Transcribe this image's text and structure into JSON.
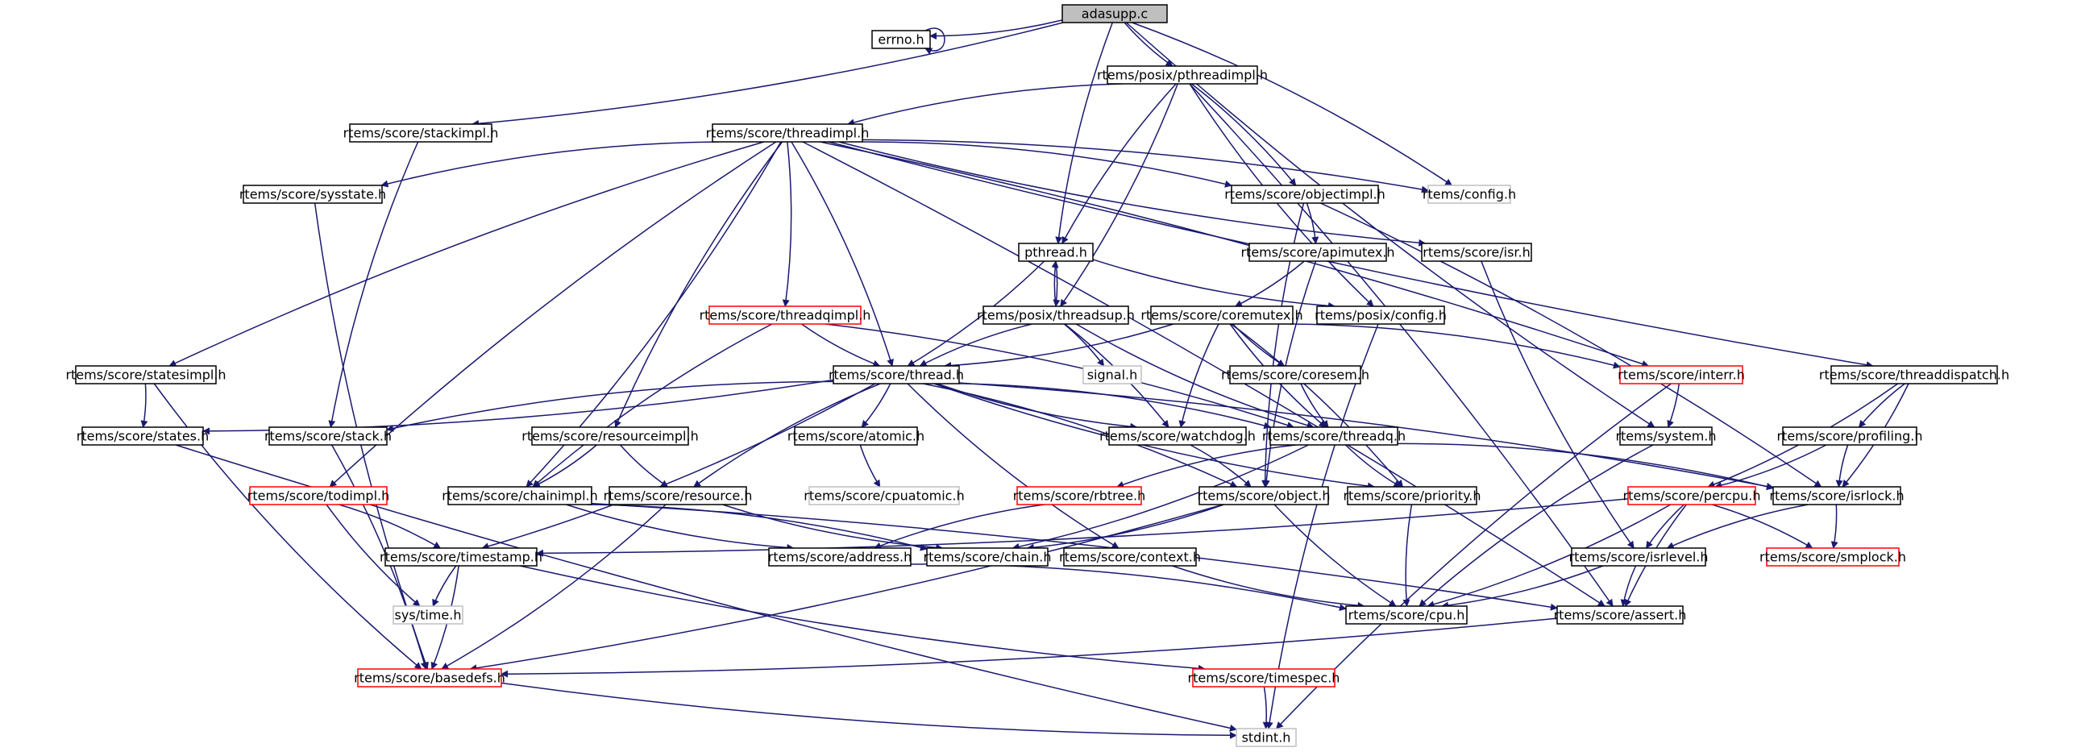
{
  "diagram": {
    "colors": {
      "edge": "#191970",
      "border_normal": "#000000",
      "border_truncated": "#ff0000",
      "border_external": "#bfbfbf",
      "root_fill": "#bfbfbf",
      "text": "#000000"
    },
    "nodes": [
      {
        "id": "adasupp",
        "label": "adasupp.c",
        "kind": "root"
      },
      {
        "id": "errno",
        "label": "errno.h",
        "kind": "normal"
      },
      {
        "id": "pthreadimpl",
        "label": "rtems/posix/pthreadimpl.h",
        "kind": "normal"
      },
      {
        "id": "stackimpl",
        "label": "rtems/score/stackimpl.h",
        "kind": "normal"
      },
      {
        "id": "threadimpl",
        "label": "rtems/score/threadimpl.h",
        "kind": "normal"
      },
      {
        "id": "config",
        "label": "rtems/config.h",
        "kind": "external"
      },
      {
        "id": "sysstate",
        "label": "rtems/score/sysstate.h",
        "kind": "normal"
      },
      {
        "id": "objectimpl",
        "label": "rtems/score/objectimpl.h",
        "kind": "normal"
      },
      {
        "id": "isr",
        "label": "rtems/score/isr.h",
        "kind": "normal"
      },
      {
        "id": "apimutex",
        "label": "rtems/score/apimutex.h",
        "kind": "normal"
      },
      {
        "id": "pthread",
        "label": "pthread.h",
        "kind": "normal"
      },
      {
        "id": "threadqimpl",
        "label": "rtems/score/threadqimpl.h",
        "kind": "truncated"
      },
      {
        "id": "threadsup",
        "label": "rtems/posix/threadsup.h",
        "kind": "normal"
      },
      {
        "id": "posixconfig",
        "label": "rtems/posix/config.h",
        "kind": "normal"
      },
      {
        "id": "coremutex",
        "label": "rtems/score/coremutex.h",
        "kind": "normal"
      },
      {
        "id": "statesimpl",
        "label": "rtems/score/statesimpl.h",
        "kind": "normal"
      },
      {
        "id": "thread",
        "label": "rtems/score/thread.h",
        "kind": "normal"
      },
      {
        "id": "signal",
        "label": "signal.h",
        "kind": "external"
      },
      {
        "id": "coresem",
        "label": "rtems/score/coresem.h",
        "kind": "normal"
      },
      {
        "id": "interr",
        "label": "rtems/score/interr.h",
        "kind": "truncated"
      },
      {
        "id": "threaddispatch",
        "label": "rtems/score/threaddispatch.h",
        "kind": "normal"
      },
      {
        "id": "states",
        "label": "rtems/score/states.h",
        "kind": "normal"
      },
      {
        "id": "stack",
        "label": "rtems/score/stack.h",
        "kind": "normal"
      },
      {
        "id": "resourceimpl",
        "label": "rtems/score/resourceimpl.h",
        "kind": "normal"
      },
      {
        "id": "atomic",
        "label": "rtems/score/atomic.h",
        "kind": "normal"
      },
      {
        "id": "watchdog",
        "label": "rtems/score/watchdog.h",
        "kind": "normal"
      },
      {
        "id": "threadq",
        "label": "rtems/score/threadq.h",
        "kind": "normal"
      },
      {
        "id": "system",
        "label": "rtems/system.h",
        "kind": "normal"
      },
      {
        "id": "profiling",
        "label": "rtems/score/profiling.h",
        "kind": "normal"
      },
      {
        "id": "todimpl",
        "label": "rtems/score/todimpl.h",
        "kind": "truncated"
      },
      {
        "id": "chainimpl",
        "label": "rtems/score/chainimpl.h",
        "kind": "normal"
      },
      {
        "id": "resource",
        "label": "rtems/score/resource.h",
        "kind": "normal"
      },
      {
        "id": "cpuatomic",
        "label": "rtems/score/cpuatomic.h",
        "kind": "external"
      },
      {
        "id": "rbtree",
        "label": "rtems/score/rbtree.h",
        "kind": "truncated"
      },
      {
        "id": "object",
        "label": "rtems/score/object.h",
        "kind": "normal"
      },
      {
        "id": "priority",
        "label": "rtems/score/priority.h",
        "kind": "normal"
      },
      {
        "id": "percpu",
        "label": "rtems/score/percpu.h",
        "kind": "truncated"
      },
      {
        "id": "isrlock",
        "label": "rtems/score/isrlock.h",
        "kind": "normal"
      },
      {
        "id": "timestamp",
        "label": "rtems/score/timestamp.h",
        "kind": "normal"
      },
      {
        "id": "address",
        "label": "rtems/score/address.h",
        "kind": "normal"
      },
      {
        "id": "chain",
        "label": "rtems/score/chain.h",
        "kind": "normal"
      },
      {
        "id": "context",
        "label": "rtems/score/context.h",
        "kind": "normal"
      },
      {
        "id": "isrlevel",
        "label": "rtems/score/isrlevel.h",
        "kind": "normal"
      },
      {
        "id": "smplock",
        "label": "rtems/score/smplock.h",
        "kind": "truncated"
      },
      {
        "id": "systime",
        "label": "sys/time.h",
        "kind": "external"
      },
      {
        "id": "cpu",
        "label": "rtems/score/cpu.h",
        "kind": "normal"
      },
      {
        "id": "assert",
        "label": "rtems/score/assert.h",
        "kind": "normal"
      },
      {
        "id": "basedefs",
        "label": "rtems/score/basedefs.h",
        "kind": "truncated"
      },
      {
        "id": "timespec",
        "label": "rtems/score/timespec.h",
        "kind": "truncated"
      },
      {
        "id": "stdint",
        "label": "stdint.h",
        "kind": "external"
      }
    ],
    "edges": [
      [
        "adasupp",
        "errno"
      ],
      [
        "adasupp",
        "pthreadimpl"
      ],
      [
        "adasupp",
        "stackimpl"
      ],
      [
        "adasupp",
        "pthread"
      ],
      [
        "adasupp",
        "config"
      ],
      [
        "adasupp",
        "system"
      ],
      [
        "errno",
        "errno"
      ],
      [
        "pthreadimpl",
        "threadimpl"
      ],
      [
        "pthreadimpl",
        "objectimpl"
      ],
      [
        "pthreadimpl",
        "pthread"
      ],
      [
        "pthreadimpl",
        "threadsup"
      ],
      [
        "pthreadimpl",
        "posixconfig"
      ],
      [
        "pthreadimpl",
        "assert"
      ],
      [
        "stackimpl",
        "stack"
      ],
      [
        "threadimpl",
        "config"
      ],
      [
        "threadimpl",
        "sysstate"
      ],
      [
        "threadimpl",
        "objectimpl"
      ],
      [
        "threadimpl",
        "isr"
      ],
      [
        "threadimpl",
        "threadqimpl"
      ],
      [
        "threadimpl",
        "statesimpl"
      ],
      [
        "threadimpl",
        "thread"
      ],
      [
        "threadimpl",
        "resourceimpl"
      ],
      [
        "threadimpl",
        "chainimpl"
      ],
      [
        "threadimpl",
        "todimpl"
      ],
      [
        "threadimpl",
        "interr"
      ],
      [
        "threadimpl",
        "threaddispatch"
      ],
      [
        "threadimpl",
        "assert"
      ],
      [
        "sysstate",
        "basedefs"
      ],
      [
        "objectimpl",
        "apimutex"
      ],
      [
        "objectimpl",
        "object"
      ],
      [
        "objectimpl",
        "isrlock"
      ],
      [
        "isr",
        "isrlevel"
      ],
      [
        "apimutex",
        "coremutex"
      ],
      [
        "apimutex",
        "object"
      ],
      [
        "pthread",
        "threadsup"
      ],
      [
        "pthread",
        "posixconfig"
      ],
      [
        "pthread",
        "thread"
      ],
      [
        "threadqimpl",
        "thread"
      ],
      [
        "threadqimpl",
        "threadq"
      ],
      [
        "threadqimpl",
        "chainimpl"
      ],
      [
        "threadsup",
        "pthread"
      ],
      [
        "threadsup",
        "thread"
      ],
      [
        "threadsup",
        "signal"
      ],
      [
        "threadsup",
        "threadq"
      ],
      [
        "threadsup",
        "watchdog"
      ],
      [
        "posixconfig",
        "stdint"
      ],
      [
        "coremutex",
        "thread"
      ],
      [
        "coremutex",
        "threadq"
      ],
      [
        "coremutex",
        "priority"
      ],
      [
        "coremutex",
        "watchdog"
      ],
      [
        "coremutex",
        "interr"
      ],
      [
        "coremutex",
        "coresem"
      ],
      [
        "statesimpl",
        "states"
      ],
      [
        "statesimpl",
        "basedefs"
      ],
      [
        "thread",
        "states"
      ],
      [
        "thread",
        "stack"
      ],
      [
        "thread",
        "atomic"
      ],
      [
        "thread",
        "watchdog"
      ],
      [
        "thread",
        "threadq"
      ],
      [
        "thread",
        "resource"
      ],
      [
        "thread",
        "object"
      ],
      [
        "thread",
        "priority"
      ],
      [
        "thread",
        "timestamp"
      ],
      [
        "thread",
        "context"
      ],
      [
        "thread",
        "isrlock"
      ],
      [
        "coresem",
        "threadq"
      ],
      [
        "interr",
        "system"
      ],
      [
        "interr",
        "stdint"
      ],
      [
        "threaddispatch",
        "percpu"
      ],
      [
        "threaddispatch",
        "profiling"
      ],
      [
        "threaddispatch",
        "isrlock"
      ],
      [
        "states",
        "stdint"
      ],
      [
        "stack",
        "basedefs"
      ],
      [
        "resourceimpl",
        "resource"
      ],
      [
        "resourceimpl",
        "chainimpl"
      ],
      [
        "atomic",
        "cpuatomic"
      ],
      [
        "watchdog",
        "object"
      ],
      [
        "threadq",
        "rbtree"
      ],
      [
        "threadq",
        "chain"
      ],
      [
        "threadq",
        "priority"
      ],
      [
        "threadq",
        "isrlock"
      ],
      [
        "system",
        "cpu"
      ],
      [
        "profiling",
        "percpu"
      ],
      [
        "profiling",
        "isrlock"
      ],
      [
        "todimpl",
        "timestamp"
      ],
      [
        "todimpl",
        "systime"
      ],
      [
        "chainimpl",
        "chain"
      ],
      [
        "chainimpl",
        "address"
      ],
      [
        "chainimpl",
        "assert"
      ],
      [
        "resource",
        "chain"
      ],
      [
        "resource",
        "basedefs"
      ],
      [
        "rbtree",
        "address"
      ],
      [
        "object",
        "chain"
      ],
      [
        "object",
        "cpu"
      ],
      [
        "object",
        "basedefs"
      ],
      [
        "priority",
        "cpu"
      ],
      [
        "percpu",
        "cpu"
      ],
      [
        "percpu",
        "isrlevel"
      ],
      [
        "percpu",
        "smplock"
      ],
      [
        "percpu",
        "assert"
      ],
      [
        "percpu",
        "timestamp"
      ],
      [
        "isrlock",
        "isrlevel"
      ],
      [
        "isrlock",
        "smplock"
      ],
      [
        "timestamp",
        "systime"
      ],
      [
        "timestamp",
        "basedefs"
      ],
      [
        "timestamp",
        "timespec"
      ],
      [
        "address",
        "cpu"
      ],
      [
        "context",
        "cpu"
      ],
      [
        "isrlevel",
        "cpu"
      ],
      [
        "isrlevel",
        "assert"
      ],
      [
        "assert",
        "basedefs"
      ],
      [
        "basedefs",
        "stdint"
      ],
      [
        "timespec",
        "stdint"
      ]
    ]
  }
}
